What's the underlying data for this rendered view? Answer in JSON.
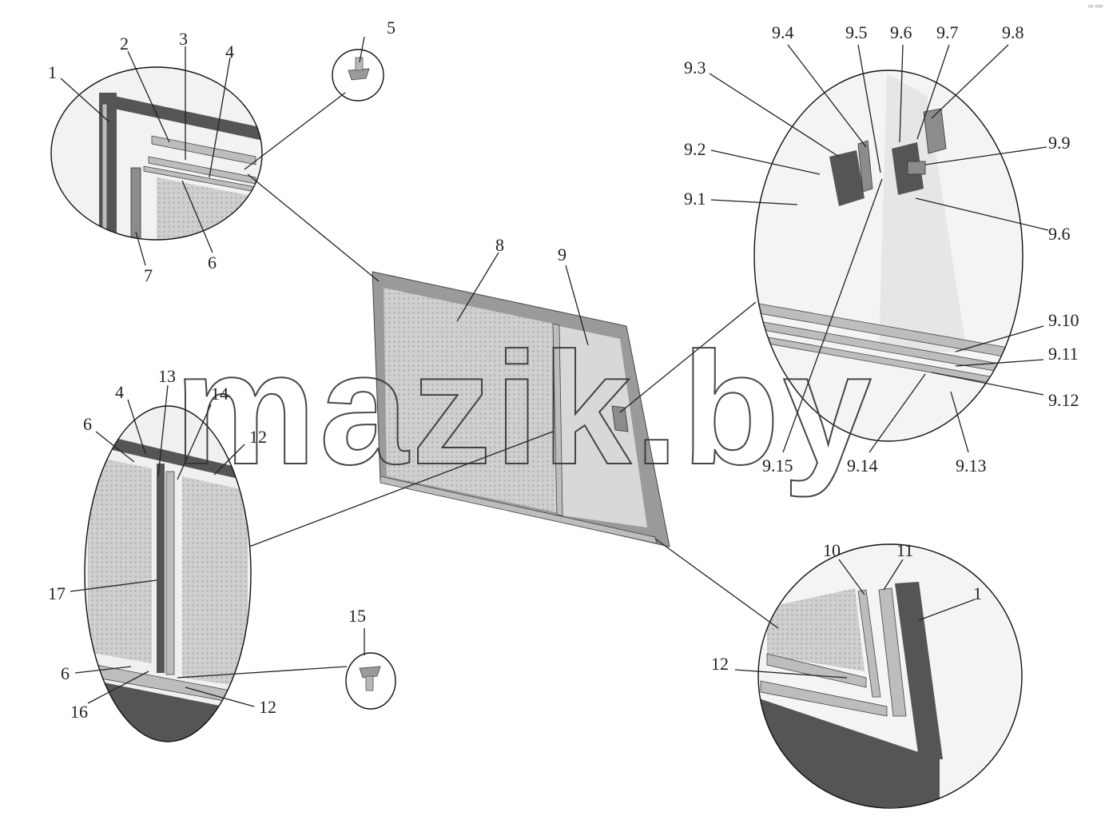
{
  "watermark": "mazik.by",
  "corner_mark": "⁰⁰ ⁰⁰⁰",
  "labels": {
    "l1a": "1",
    "l2": "2",
    "l3": "3",
    "l4a": "4",
    "l5": "5",
    "l6a": "6",
    "l7": "7",
    "l8": "8",
    "l9": "9",
    "l93": "9.3",
    "l94": "9.4",
    "l95": "9.5",
    "l96a": "9.6",
    "l97": "9.7",
    "l98": "9.8",
    "l92": "9.2",
    "l91": "9.1",
    "l99": "9.9",
    "l96b": "9.6",
    "l910": "9.10",
    "l911": "9.11",
    "l912": "9.12",
    "l915": "9.15",
    "l914": "9.14",
    "l913": "9.13",
    "l13": "13",
    "l4b": "4",
    "l14": "14",
    "l6b": "6",
    "l12a": "12",
    "l17": "17",
    "l6c": "6",
    "l16": "16",
    "l15": "15",
    "l12b": "12",
    "l10": "10",
    "l11": "11",
    "l1b": "1",
    "l12c": "12"
  }
}
